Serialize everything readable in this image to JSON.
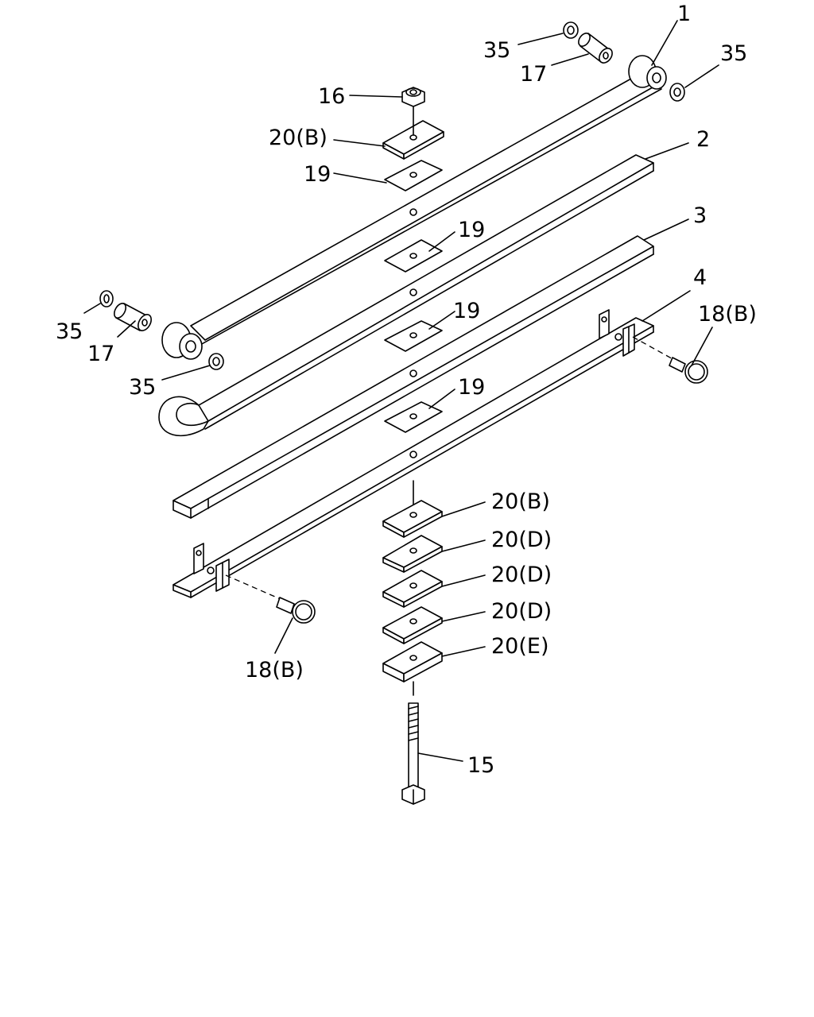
{
  "labels": {
    "l1": "1",
    "l2": "2",
    "l3": "3",
    "l4": "4",
    "l15": "15",
    "l16": "16",
    "l17a": "17",
    "l17b": "17",
    "l18a": "18(B)",
    "l18b": "18(B)",
    "l19a": "19",
    "l19b": "19",
    "l19c": "19",
    "l19d": "19",
    "l20a": "20(B)",
    "l20b": "20(B)",
    "l20c": "20(D)",
    "l20d": "20(D)",
    "l20e": "20(D)",
    "l20f": "20(E)",
    "l35a": "35",
    "l35b": "35",
    "l35c": "35",
    "l35d": "35"
  }
}
